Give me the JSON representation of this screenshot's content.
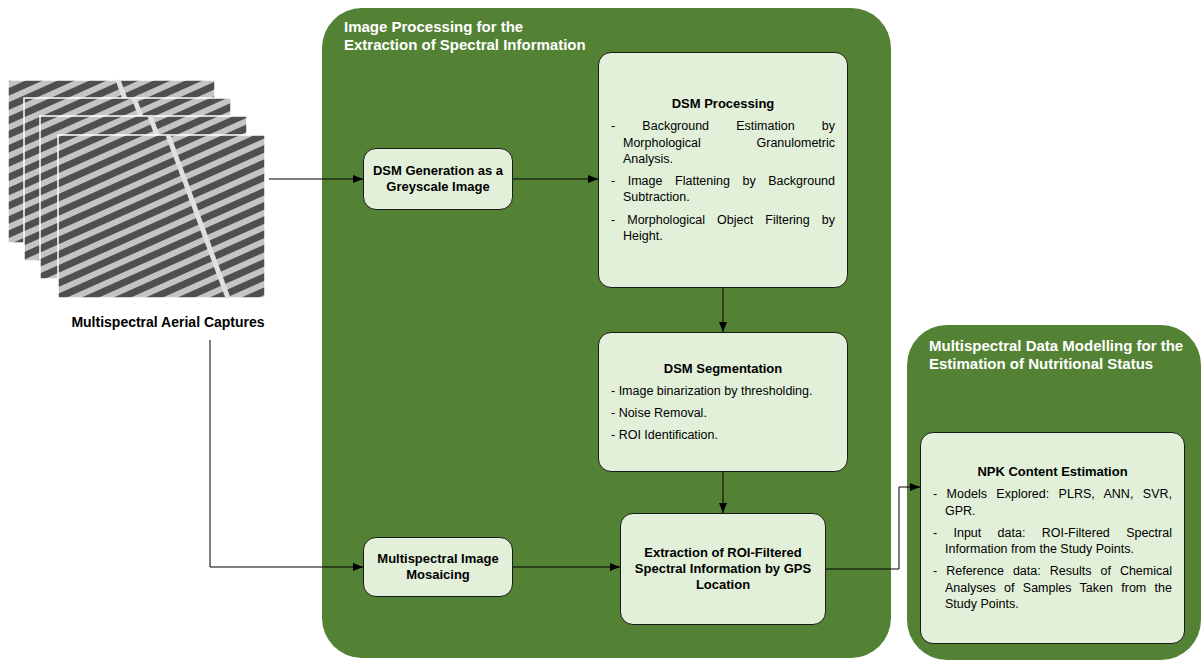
{
  "diagram": {
    "nodes": [
      {
        "text": [
          "Multispectral Aerial Captures"
        ]
      },
      {
        "text": [
          "Image Processing for the Extraction of Spectral Information"
        ]
      },
      {
        "text": [
          "DSM Generation as a Greyscale Image"
        ],
        "in": 1
      },
      {
        "text": [
          "DSM Processing",
          "- Background Estimation by Morphological Granulometric Analysis.",
          "- Image Flattening by Background Subtraction.",
          "- Morphological Object Filtering by Height."
        ],
        "in": 1
      },
      {
        "text": [
          "DSM Segmentation",
          "- Image binarization by thresholding.",
          "- Noise Removal.",
          "- ROI Identification."
        ],
        "in": 1
      },
      {
        "text": [
          "Multispectral Image Mosaicing"
        ],
        "in": 1
      },
      {
        "text": [
          "Extraction of ROI-Filtered Spectral Information by GPS Location"
        ],
        "in": 1
      },
      {
        "text": [
          "Multispectral Data Modelling for the Estimation of Nutritional Status"
        ]
      },
      {
        "text": [
          "NPK Content Estimation",
          "- Models Explored: PLRS, ANN, SVR, GPR.",
          "- Input data: ROI-Filtered Spectral Information from the Study Points.",
          "- Reference data: Results of Chemical Analyses of Samples Taken from the Study Points."
        ],
        "in": 7
      }
    ],
    "edges": [
      {
        "from": 0,
        "to": 2,
        "arrow": "to"
      },
      {
        "from": 0,
        "to": 5,
        "arrow": "to"
      },
      {
        "from": 2,
        "to": 3,
        "arrow": "to"
      },
      {
        "from": 3,
        "to": 4,
        "arrow": "to"
      },
      {
        "from": 4,
        "to": 6,
        "arrow": "to"
      },
      {
        "from": 5,
        "to": 6,
        "arrow": "to"
      },
      {
        "from": 6,
        "to": 8,
        "arrow": "to"
      }
    ]
  }
}
